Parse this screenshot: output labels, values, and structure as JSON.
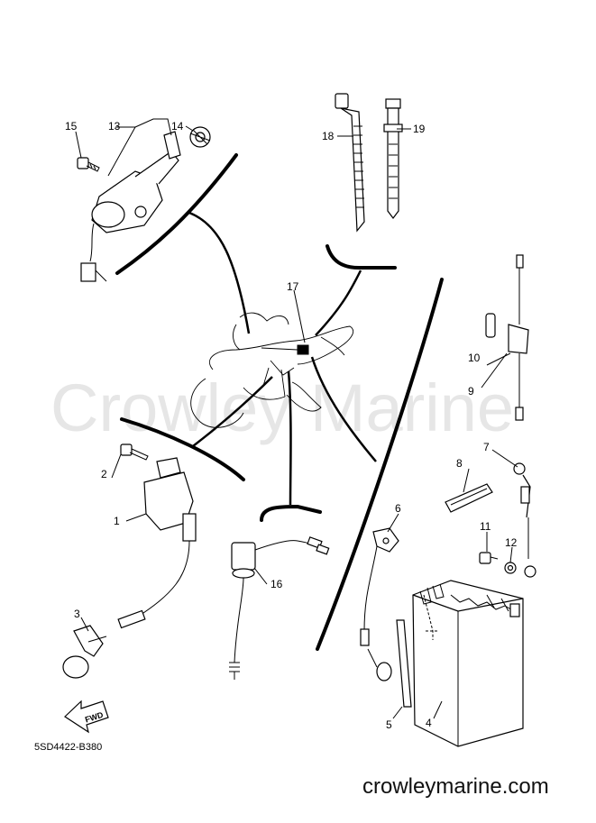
{
  "watermark": "Crowley Marine",
  "website": "crowleymarine.com",
  "drawing_code": "5SD4422-B380",
  "fwd_label": "FWD",
  "callouts": {
    "c1": "1",
    "c2": "2",
    "c3": "3",
    "c4": "4",
    "c5": "5",
    "c6": "6",
    "c7": "7",
    "c8": "8",
    "c9": "9",
    "c10": "10",
    "c11": "11",
    "c12": "12",
    "c13": "13",
    "c14": "14",
    "c15": "15",
    "c16": "16",
    "c17": "17",
    "c18": "18",
    "c19": "19"
  }
}
